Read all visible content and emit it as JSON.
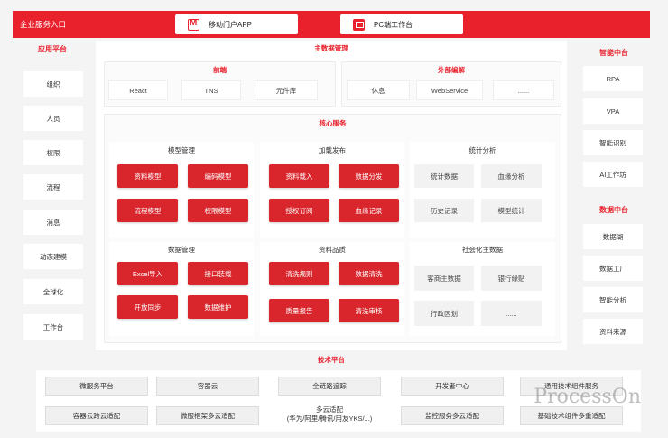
{
  "topbar": {
    "title": "企业服务入口",
    "mobile_app": "移动门户APP",
    "pc_workbench": "PC端工作台"
  },
  "left_column": {
    "title": "应用平台",
    "items": [
      "组织",
      "人员",
      "权限",
      "流程",
      "消息",
      "动态建模",
      "全球化",
      "工作台"
    ]
  },
  "right_column": {
    "smart_title": "智能中台",
    "smart_items": [
      "RPA",
      "VPA",
      "智能识别",
      "AI工作坊"
    ],
    "data_title": "数据中台",
    "data_items": [
      "数据湖",
      "数据工厂",
      "智能分析",
      "资料来源"
    ]
  },
  "master_data": {
    "title": "主数据管理",
    "frontend": {
      "title": "前端",
      "items": [
        "React",
        "TNS",
        "元件库"
      ]
    },
    "external": {
      "title": "外部编解",
      "items": [
        "休息",
        "WebService",
        "......"
      ]
    }
  },
  "core_services": {
    "title": "核心服务",
    "model_mgmt": {
      "title": "模型管理",
      "items": [
        "资料模型",
        "编码模型",
        "流程模型",
        "权限模型"
      ]
    },
    "load_publish": {
      "title": "加载发布",
      "items": [
        "资料载入",
        "数据分发",
        "授权订阅",
        "血缘记录"
      ]
    },
    "stats": {
      "title": "统计分析",
      "items": [
        "统计数据",
        "血缘分析",
        "历史记录",
        "模型统计"
      ]
    },
    "data_mgmt": {
      "title": "数据管理",
      "items": [
        "Excel导入",
        "接口装载",
        "开放同步",
        "数据维护"
      ]
    },
    "quality": {
      "title": "资料品质",
      "items": [
        "清洗规则",
        "数据清洗",
        "质量报告",
        "清洗审核"
      ]
    },
    "social": {
      "title": "社会化主数据",
      "items": [
        "客商主数据",
        "银行缘贴",
        "行政区划",
        "......"
      ]
    }
  },
  "tech_platform": {
    "title": "技术平台",
    "row1": [
      "微服务平台",
      "容器云",
      "全链路追踪",
      "开发者中心",
      "通用技术组件服务"
    ],
    "row2": [
      "容器云跨云适配",
      "微服框架多云适配",
      "多云适配\n(华为/阿里/腾讯/用友YKS/...)",
      "监控服务多云适配",
      "基础技术组件多重适配"
    ]
  },
  "watermark": "ProcessOn"
}
